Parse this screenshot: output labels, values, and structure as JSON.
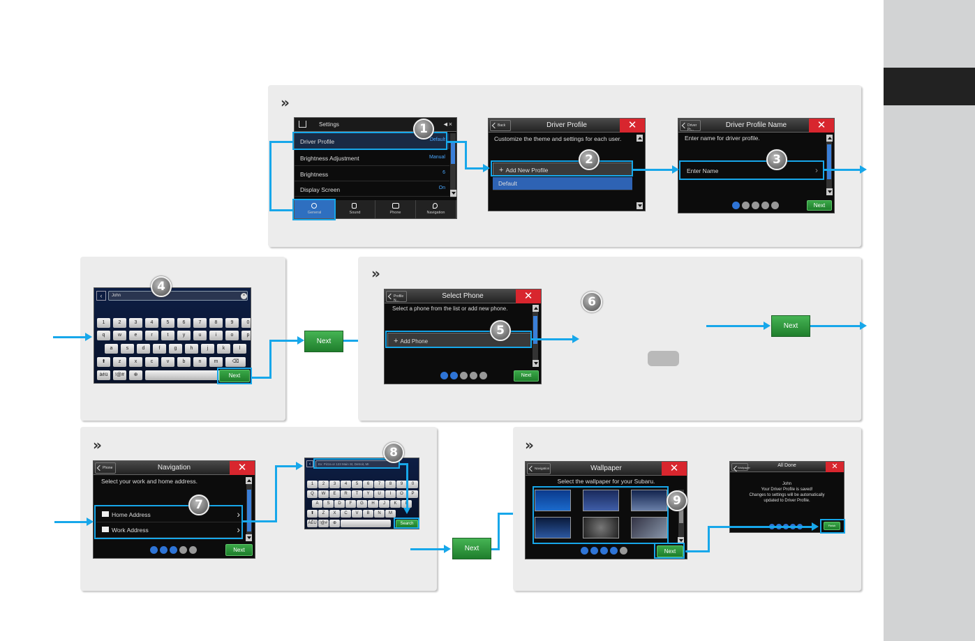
{
  "steps": [
    "1",
    "2",
    "3",
    "4",
    "5",
    "6",
    "7",
    "8",
    "9"
  ],
  "next_label": "Next",
  "settings": {
    "title": "Settings",
    "rows": [
      {
        "label": "Driver Profile",
        "value": "Default"
      },
      {
        "label": "Brightness Adjustment",
        "value": "Manual"
      },
      {
        "label": "Brightness",
        "value": "6"
      },
      {
        "label": "Display Screen",
        "value": "On"
      }
    ],
    "tabs": [
      "General",
      "Sound",
      "Phone",
      "Navigation"
    ]
  },
  "driver_profile": {
    "back": "Back",
    "title": "Driver Profile",
    "text": "Customize the theme and settings for each user.",
    "add": "Add New Profile",
    "default": "Default"
  },
  "profile_name": {
    "back": "Driver Pr...",
    "title": "Driver Profile Name",
    "text": "Enter name for driver profile.",
    "field": "Enter Name",
    "next": "Next"
  },
  "keyboard": {
    "input": "John",
    "row1": [
      "1",
      "2",
      "3",
      "4",
      "5",
      "6",
      "7",
      "8",
      "9",
      "0"
    ],
    "row2": [
      "q",
      "w",
      "e",
      "r",
      "t",
      "y",
      "u",
      "i",
      "o",
      "p"
    ],
    "row3": [
      "a",
      "s",
      "d",
      "f",
      "g",
      "h",
      "j",
      "k",
      "l"
    ],
    "row4": [
      "z",
      "x",
      "c",
      "v",
      "b",
      "n",
      "m"
    ],
    "mode1": "àéü",
    "mode2": "!@#",
    "next": "Next"
  },
  "select_phone": {
    "back": "Profile N...",
    "title": "Select Phone",
    "text": "Select a phone from the list or add new phone.",
    "add": "Add Phone",
    "next": "Next"
  },
  "navigation": {
    "back": "Phone",
    "title": "Navigation",
    "text": "Select your work and home address.",
    "home": "Home Address",
    "work": "Work Address",
    "next": "Next"
  },
  "search_kb": {
    "placeholder": "Ex: Pizza or 123 Main St, Detroit, MI",
    "row1": [
      "1",
      "2",
      "3",
      "4",
      "5",
      "6",
      "7",
      "8",
      "9",
      "0"
    ],
    "row2": [
      "Q",
      "W",
      "E",
      "R",
      "T",
      "Y",
      "U",
      "I",
      "O",
      "P"
    ],
    "row3": [
      "A",
      "S",
      "D",
      "F",
      "G",
      "H",
      "J",
      "K",
      "L"
    ],
    "row4": [
      "Z",
      "X",
      "C",
      "V",
      "B",
      "N",
      "M"
    ],
    "mode1": "ÀÉÜ",
    "mode2": "!@#",
    "search": "Search"
  },
  "wallpaper": {
    "back": "Navigation",
    "title": "Wallpaper",
    "text": "Select the wallpaper for your Subaru.",
    "next": "Next"
  },
  "all_done": {
    "back": "Wallpaper",
    "title": "All Done",
    "name": "John",
    "l1": "Your Driver Profile is saved!",
    "l2": "Changes to settings will be automatically",
    "l3": "updated to Driver Profile.",
    "finish": "Finish"
  },
  "colors": {
    "accent": "#17a7ea",
    "next_green": "#2e9a3c",
    "close_red": "#d8262e",
    "sidebar": "#d2d3d4"
  }
}
